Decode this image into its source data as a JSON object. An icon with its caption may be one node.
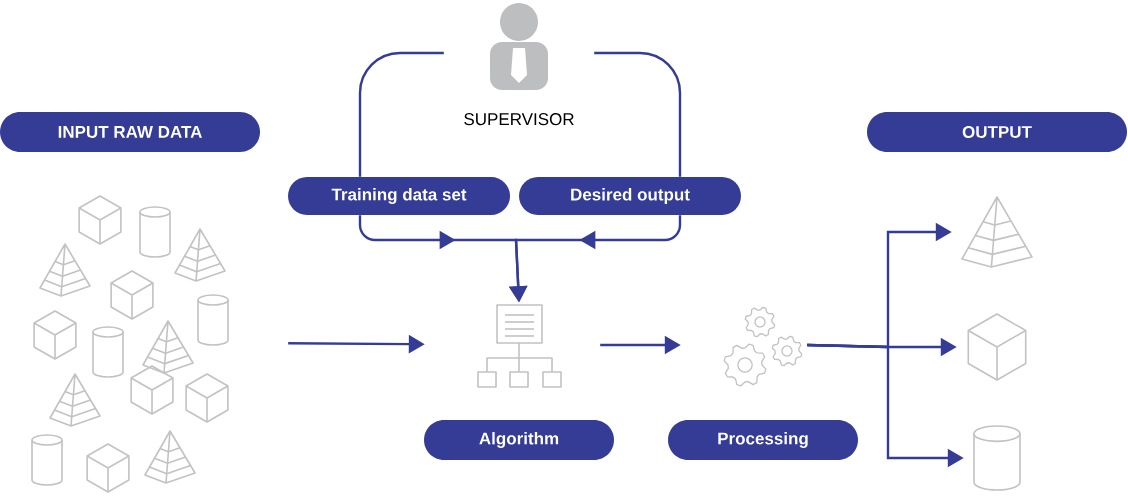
{
  "diagram": {
    "nodes": [
      {
        "text": [
          "INPUT RAW DATA"
        ]
      },
      {
        "text": [
          "SUPERVISOR"
        ]
      },
      {
        "text": [
          "OUTPUT"
        ]
      },
      {
        "text": [
          "Training data set"
        ]
      },
      {
        "text": [
          "Desired output"
        ]
      },
      {
        "text": [],
        "shape": "picture"
      },
      {
        "text": [],
        "shape": "picture"
      },
      {
        "text": [],
        "shape": "picture"
      },
      {
        "text": [],
        "shape": "picture"
      },
      {
        "text": [],
        "shape": "picture"
      },
      {
        "text": [],
        "shape": "picture"
      },
      {
        "text": [
          "Algorithm"
        ]
      },
      {
        "text": [
          "Processing"
        ]
      }
    ],
    "edges": [
      {
        "from": 1,
        "to": 3,
        "arrow": "none"
      },
      {
        "from": 1,
        "to": 4,
        "arrow": "none"
      },
      {
        "from": 3,
        "to": 6,
        "arrow": "to"
      },
      {
        "from": 4,
        "to": 6,
        "arrow": "to"
      },
      {
        "from": 5,
        "to": 6,
        "arrow": "to"
      },
      {
        "from": 6,
        "to": 7,
        "arrow": "to"
      },
      {
        "from": 7,
        "to": 8,
        "arrow": "to"
      },
      {
        "from": 7,
        "to": 9,
        "arrow": "to"
      },
      {
        "from": 7,
        "to": 10,
        "arrow": "to"
      }
    ]
  }
}
